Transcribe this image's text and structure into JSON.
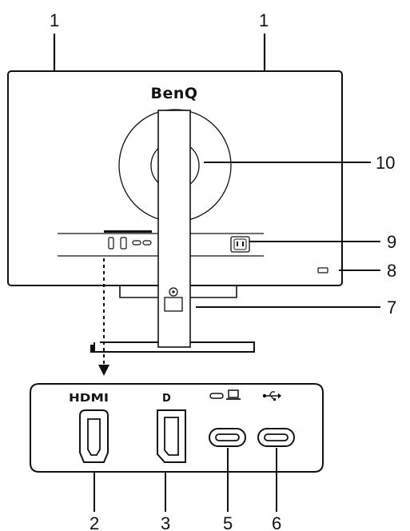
{
  "brand": "BenQ",
  "callouts": {
    "n1_left": "1",
    "n1_right": "1",
    "n10": "10",
    "n9": "9",
    "n8": "8",
    "n7": "7",
    "n2": "2",
    "n3": "3",
    "n5": "5",
    "n6": "6"
  },
  "ports": {
    "hdmi_label": "HDMI",
    "dp_label": "D"
  },
  "colors": {
    "line": "#111111",
    "stand": "#ffffff"
  }
}
